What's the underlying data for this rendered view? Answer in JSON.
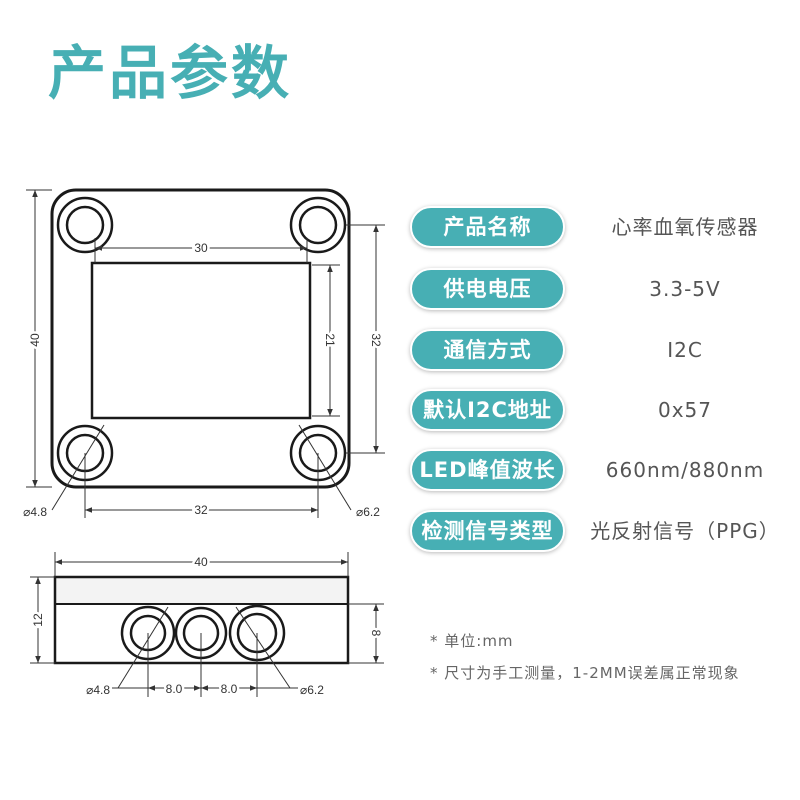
{
  "title": "产品参数",
  "specs": [
    {
      "label": "产品名称",
      "value": "心率血氧传感器"
    },
    {
      "label": "供电电压",
      "value": "3.3-5V"
    },
    {
      "label": "通信方式",
      "value": "I2C"
    },
    {
      "label": "默认I2C地址",
      "value": "0x57"
    },
    {
      "label": "LED峰值波长",
      "value": "660nm/880nm"
    },
    {
      "label": "检测信号类型",
      "value": "光反射信号（PPG）"
    }
  ],
  "notes": [
    "* 单位:mm",
    "* 尺寸为手工测量，1-2MM误差属正常现象"
  ],
  "top_view": {
    "screen_width": "30",
    "screen_height": "21",
    "hole_spacing_vertical": "32",
    "board_height": "40",
    "hole_spacing_horizontal": "32",
    "hole_diameter_small": "⌀4.8",
    "hole_diameter_large": "⌀6.2"
  },
  "side_view": {
    "board_width": "40",
    "total_height": "12",
    "lower_height": "8",
    "hole_diameter_small": "⌀4.8",
    "pitch_left": "8.0",
    "pitch_right": "8.0",
    "hole_diameter_large": "⌀6.2"
  },
  "colors": {
    "accent": "#47afb4",
    "label_text": "#ffffff",
    "value_text": "#555555",
    "line": "#1a1a1a"
  }
}
